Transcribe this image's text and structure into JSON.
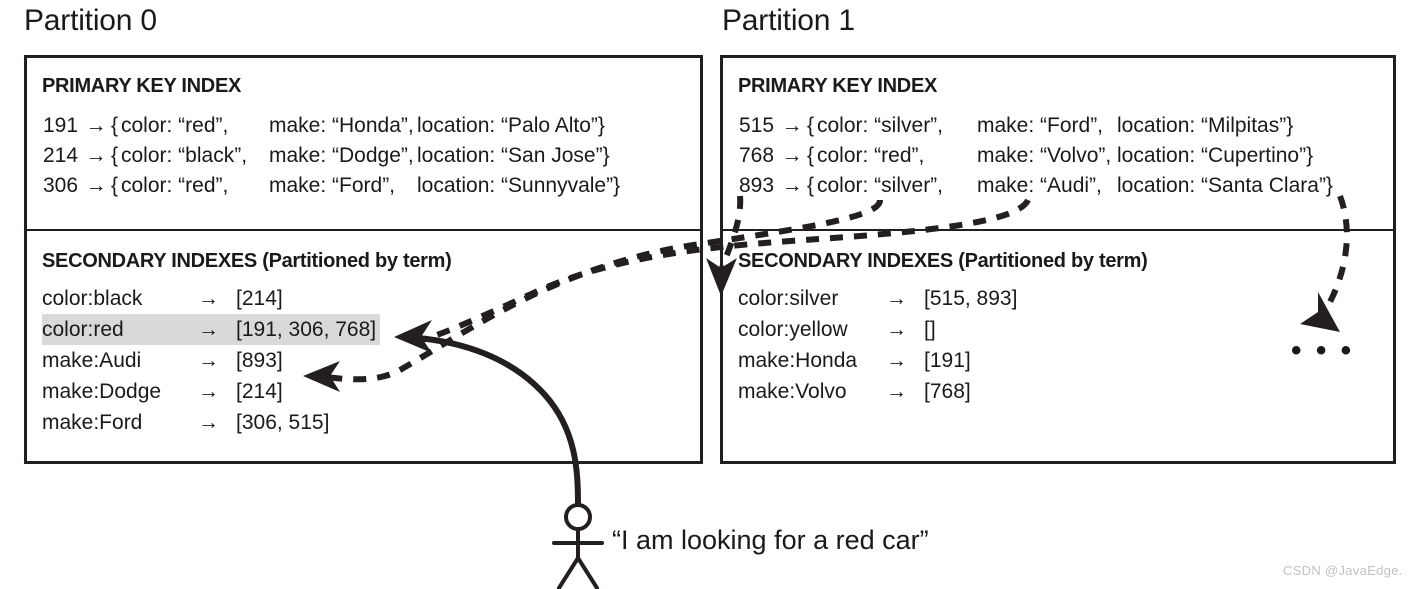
{
  "partitions": [
    {
      "title": "Partition 0",
      "primary_index": {
        "heading": "PRIMARY KEY INDEX",
        "rows": [
          {
            "key": "191",
            "arrow": "→",
            "open": "{",
            "color": "color: “red”,",
            "make": "make: “Honda”,",
            "location": "location: “Palo Alto”}"
          },
          {
            "key": "214",
            "arrow": "→",
            "open": "{",
            "color": "color: “black”,",
            "make": "make: “Dodge”,",
            "location": "location: “San Jose”}"
          },
          {
            "key": "306",
            "arrow": "→",
            "open": "{",
            "color": "color: “red”,",
            "make": "make: “Ford”,",
            "location": "location: “Sunnyvale”}"
          }
        ]
      },
      "secondary_index": {
        "heading": "SECONDARY INDEXES (Partitioned by term)",
        "rows": [
          {
            "term": "color:black",
            "arrow": "→",
            "list": "[214]",
            "highlighted": false
          },
          {
            "term": "color:red",
            "arrow": "→",
            "list": "[191, 306, 768]",
            "highlighted": true
          },
          {
            "term": "make:Audi",
            "arrow": "→",
            "list": "[893]",
            "highlighted": false
          },
          {
            "term": "make:Dodge",
            "arrow": "→",
            "list": "[214]",
            "highlighted": false
          },
          {
            "term": "make:Ford",
            "arrow": "→",
            "list": "[306, 515]",
            "highlighted": false
          }
        ]
      }
    },
    {
      "title": "Partition 1",
      "primary_index": {
        "heading": "PRIMARY KEY INDEX",
        "rows": [
          {
            "key": "515",
            "arrow": "→",
            "open": "{",
            "color": "color: “silver”,",
            "make": "make: “Ford”,",
            "location": "location: “Milpitas”}"
          },
          {
            "key": "768",
            "arrow": "→",
            "open": "{",
            "color": "color: “red”,",
            "make": "make: “Volvo”,",
            "location": "location: “Cupertino”}"
          },
          {
            "key": "893",
            "arrow": "→",
            "open": "{",
            "color": "color: “silver”,",
            "make": "make: “Audi”,",
            "location": "location: “Santa Clara”}"
          }
        ]
      },
      "secondary_index": {
        "heading": "SECONDARY INDEXES (Partitioned by term)",
        "rows": [
          {
            "term": "color:silver",
            "arrow": "→",
            "list": "[515, 893]",
            "highlighted": false
          },
          {
            "term": "color:yellow",
            "arrow": "→",
            "list": "[]",
            "highlighted": false
          },
          {
            "term": "make:Honda",
            "arrow": "→",
            "list": "[191]",
            "highlighted": false
          },
          {
            "term": "make:Volvo",
            "arrow": "→",
            "list": "[768]",
            "highlighted": false
          }
        ]
      }
    }
  ],
  "ellipsis": "• • •",
  "user": {
    "quote": "“I am looking for a red car”"
  },
  "watermark": "CSDN @JavaEdge.",
  "colors": {
    "ink": "#231f20",
    "highlight": "#d9d9d9",
    "watermark": "#c2c2c2",
    "background": "#ffffff"
  }
}
